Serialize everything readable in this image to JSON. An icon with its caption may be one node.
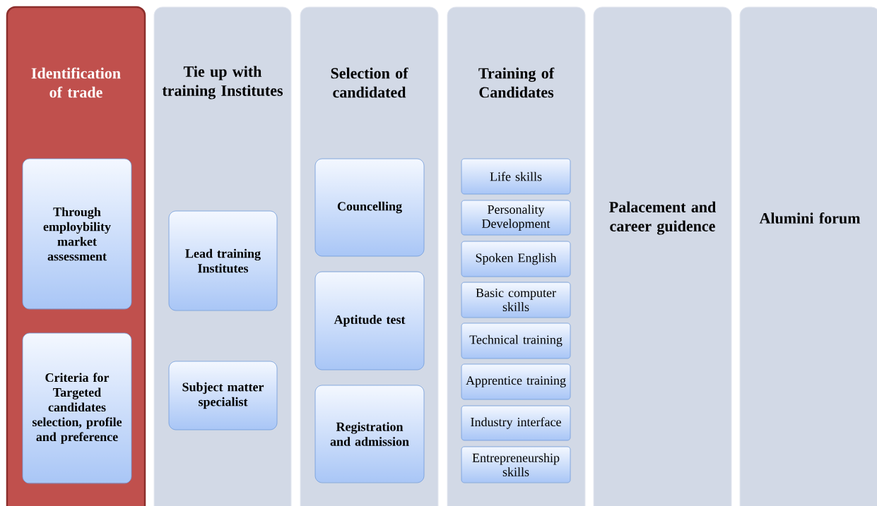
{
  "diagram": {
    "nodes": [
      {
        "text": [
          "Identification of trade"
        ]
      },
      {
        "text": [
          "Through employbility market assessment"
        ],
        "in": 0
      },
      {
        "text": [
          "Criteria for Targeted candidates selection, profile and preference"
        ],
        "in": 0
      },
      {
        "text": [
          "Tie up with training Institutes"
        ]
      },
      {
        "text": [
          "Lead training Institutes"
        ],
        "in": 3
      },
      {
        "text": [
          "Subject matter specialist"
        ],
        "in": 3
      },
      {
        "text": [
          "Selection of candidated"
        ]
      },
      {
        "text": [
          "Councelling"
        ],
        "in": 6
      },
      {
        "text": [
          "Aptitude test"
        ],
        "in": 6
      },
      {
        "text": [
          "Registration and admission"
        ],
        "in": 6
      },
      {
        "text": [
          "Training of Candidates"
        ]
      },
      {
        "text": [
          "Life skills"
        ],
        "in": 10
      },
      {
        "text": [
          "Personality Development"
        ],
        "in": 10
      },
      {
        "text": [
          "Spoken English"
        ],
        "in": 10
      },
      {
        "text": [
          "Basic computer skills"
        ],
        "in": 10
      },
      {
        "text": [
          "Technical training"
        ],
        "in": 10
      },
      {
        "text": [
          "Apprentice training"
        ],
        "in": 10
      },
      {
        "text": [
          "Industry interface"
        ],
        "in": 10
      },
      {
        "text": [
          "Entrepreneurship skills"
        ],
        "in": 10
      },
      {
        "text": [
          "Palacement and career guidence"
        ]
      },
      {
        "text": [
          "Alumini forum"
        ]
      }
    ]
  }
}
